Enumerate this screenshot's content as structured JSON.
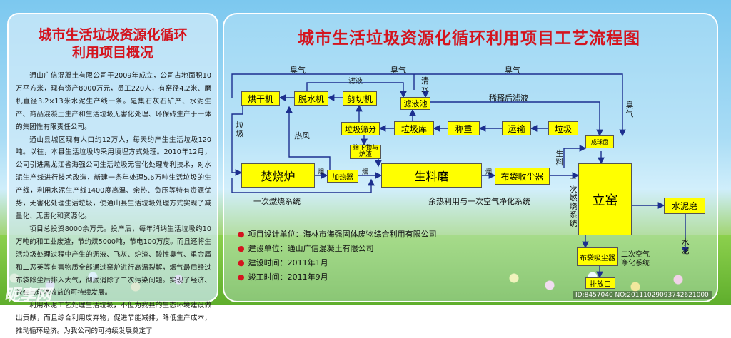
{
  "left_panel": {
    "title_line1": "城市生活垃圾资源化循环",
    "title_line2": "利用项目概况",
    "paragraphs": [
      "通山广信混凝土有限公司于2009年成立，公司占地面积10万平方米，现有资产8000万元，员工220人，有窑径4.2米、磨机直径3.2×13米水泥生产线一条。是集石灰石矿产、水泥生产、商品混凝土生产和生活垃圾无害化处理、环保砖生产于一体的集团性有限责任公司。",
      "通山县城区现有人口约12万人，每天约产生生活垃圾120吨。以往，本县生活垃圾均采用填埋方式处理。2010年12月，公司引进黑龙江省海强公司生活垃圾无害化处理专利技术，对水泥生产线进行技术改造，新建一条年处理5.6万吨生活垃圾的生产线，利用水泥生产线1400度高温、余热、负压等特有资源优势，无害化处理生活垃圾，使通山县生活垃圾处理方式实现了减量化、无害化和资源化。",
      "项目总投资8000余万元。投产后，每年消纳生活垃圾约10万吨的和工业废渣，节约煤5000吨，节电100万度。而且还将生活垃圾处理过程中产生的沥液、飞灰、炉渣、酸性臭气、重金属和二恶英等有害物质全部通过窑炉进行高温裂解，烟气最后经过布袋除尘后排入大气，彻底消除了二次污染问题。实现了经济、社会与环境效益的可持续发展。",
      "利用水泥工艺处理生活垃圾，不但为我县的生态环境建设做出贡献，而且综合利用废弃物，促进节能减排，降低生产成本，推动循环经济。为我公司的可持续发展奠定了"
    ]
  },
  "diagram": {
    "title": "城市生活垃圾资源化循环利用项目工艺流程图",
    "boxes": {
      "dryer": "烘干机",
      "dewater": "脱水机",
      "cutter": "剪切机",
      "filter_pool": "滤液池",
      "screen": "垃圾筛分",
      "storage": "垃圾库",
      "weigh": "称重",
      "transport": "运输",
      "garbage": "垃圾",
      "fines": "筛下物与炉渣",
      "ball": "成球盘",
      "incinerator": "焚烧炉",
      "heater": "加热器",
      "raw_mill": "生料磨",
      "bag1": "布袋收尘器",
      "kiln": "立窑",
      "cement_mill": "水泥磨",
      "bag2": "布袋吸尘器",
      "outlet": "排放口"
    },
    "labels": {
      "odor1": "臭气",
      "filtrate": "滤液",
      "odor2": "臭气",
      "clear_water": "清水",
      "odor3": "臭气",
      "dilute": "稀释后滤液",
      "odor4": "臭气",
      "garbage_v": "垃圾",
      "hot_air": "热风",
      "smoke1": "烟",
      "smoke2": "烟",
      "smoke3": "烟",
      "raw_material": "生料",
      "secondary_gas": "二次燃烧系统",
      "secondary_air": "二次空气净化系统",
      "cement": "水泥",
      "primary_sys": "一次燃烧系统",
      "waste_heat": "余热利用与一次空气净化系统"
    }
  },
  "project_info": [
    {
      "label": "项目设计单位：",
      "value": "海林市海强固体废物综合利用有限公司"
    },
    {
      "label": "建设单位：",
      "value": "通山广信混凝土有限公司"
    },
    {
      "label": "建设时间：",
      "value": "2011年1月"
    },
    {
      "label": "竣工时间：",
      "value": "2011年9月"
    }
  ],
  "watermark": "昵享网",
  "image_id": "ID:8457040 NO:20111029093742621000",
  "colors": {
    "title_red": "#d4141e",
    "box_yellow": "#ffff00"
  }
}
